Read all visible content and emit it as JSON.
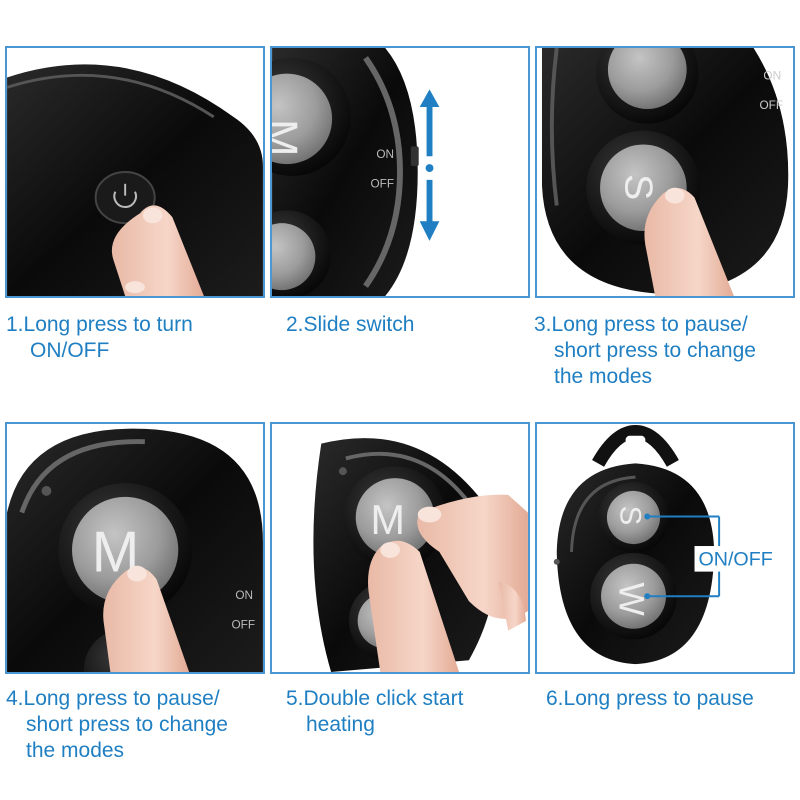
{
  "steps": [
    {
      "lines": [
        "1.Long press to turn",
        "ON/OFF"
      ]
    },
    {
      "lines": [
        "2.Slide switch"
      ]
    },
    {
      "lines": [
        "3.Long press to pause/",
        "short press to change",
        "the modes"
      ]
    },
    {
      "lines": [
        "4.Long press to pause/",
        "short press to change",
        "the modes"
      ]
    },
    {
      "lines": [
        "5.Double click start",
        "heating"
      ]
    },
    {
      "lines": [
        "6.Long press to pause"
      ]
    }
  ],
  "labels": {
    "on": "ON",
    "off": "OFF",
    "on_off": "ON/OFF",
    "button_m": "M",
    "button_s": "S",
    "button_w": "W"
  },
  "colors": {
    "accent": "#1f7fc2",
    "frame": "#4a97d3",
    "device_body": "#0b0b0b",
    "button": "#9a9a9a"
  },
  "icons": [
    "power-icon",
    "slide-arrow-icon",
    "hand-pointer-icon"
  ]
}
